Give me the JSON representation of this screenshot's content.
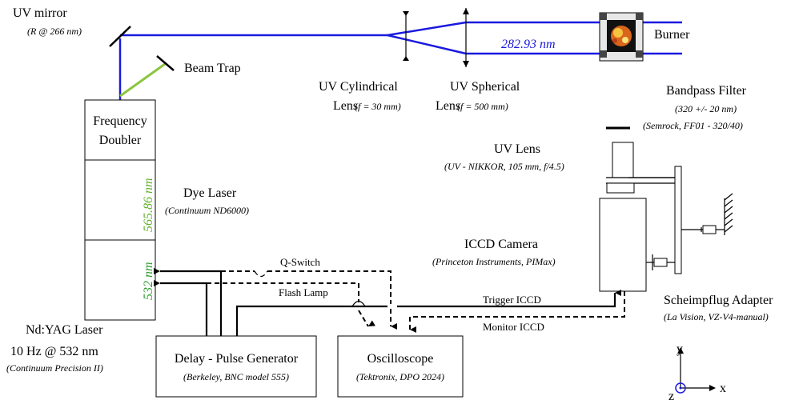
{
  "uv_mirror": {
    "label": "UV mirror",
    "spec": "(R @ 266 nm)"
  },
  "beam_trap": {
    "label": "Beam Trap"
  },
  "uv_cyl_lens": {
    "label": "UV Cylindrical",
    "line2": "Lens",
    "spec": "(f = 30 mm)"
  },
  "uv_sph_lens": {
    "label": "UV Spherical",
    "line2": "Lens",
    "spec": "(f = 500 mm)"
  },
  "uv_wavelength": "282.93 nm",
  "burner": {
    "label": "Burner"
  },
  "bandpass": {
    "label": "Bandpass Filter",
    "spec1": "(320 +/- 20 nm)",
    "spec2": "(Semrock, FF01 - 320/40)"
  },
  "uv_lens": {
    "label": "UV Lens",
    "spec": "(UV - NIKKOR, 105 mm, f/4.5)"
  },
  "freq_doubler": {
    "line1": "Frequency",
    "line2": "Doubler"
  },
  "dye_laser": {
    "label": "Dye Laser",
    "spec": "(Continuum ND6000)",
    "wavelength": "565.86 nm"
  },
  "yag": {
    "line1": "Nd:YAG Laser",
    "line2": "10 Hz @ 532 nm",
    "spec": "(Continuum Precision II)",
    "wavelength": "532 nm"
  },
  "iccd": {
    "label": "ICCD Camera",
    "spec": "(Princeton Instruments, PIMax)"
  },
  "scheimpflug": {
    "label": "Scheimpflug Adapter",
    "spec": "(La Vision, VZ-V4-manual)"
  },
  "pulse_gen": {
    "label": "Delay - Pulse Generator",
    "spec": "(Berkeley, BNC model 555)"
  },
  "scope": {
    "label": "Oscilloscope",
    "spec": "(Tektronix, DPO 2024)"
  },
  "signals": {
    "qswitch": "Q-Switch",
    "flash": "Flash Lamp",
    "trigger": "Trigger ICCD",
    "monitor": "Monitor ICCD"
  },
  "axes": {
    "x": "x",
    "y": "y",
    "z": "z"
  },
  "colors": {
    "uv_beam": "#1a1adf",
    "green_beam": "#8cc63f",
    "dye_text": "#62b22f",
    "yag_text": "#2e9e2e"
  }
}
